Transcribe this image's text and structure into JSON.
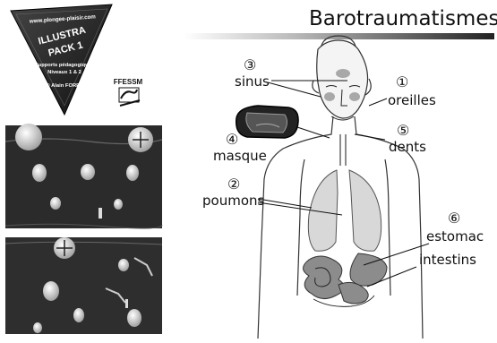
{
  "title": "Barotraumatismes",
  "badge": {
    "url": "www.plongee-plaisir.com",
    "title_line1": "ILLUSTRA",
    "title_line2": "PACK 1",
    "subtitle1": "Supports pédagogiques",
    "subtitle2": "Niveaux 1 & 2",
    "author": "© Alain FORET"
  },
  "logo": {
    "text": "FFESSM"
  },
  "labels": [
    {
      "number": "①",
      "text": "oreilles"
    },
    {
      "number": "②",
      "text": "poumons"
    },
    {
      "number": "③",
      "text": "sinus"
    },
    {
      "number": "④",
      "text": "masque"
    },
    {
      "number": "⑤",
      "text": "dents"
    },
    {
      "number": "⑥",
      "text": "estomac"
    },
    {
      "number": "",
      "text": "intestins"
    }
  ],
  "colors": {
    "ink": "#111111",
    "gray": "#777777",
    "panel": "#2a2a2a"
  }
}
